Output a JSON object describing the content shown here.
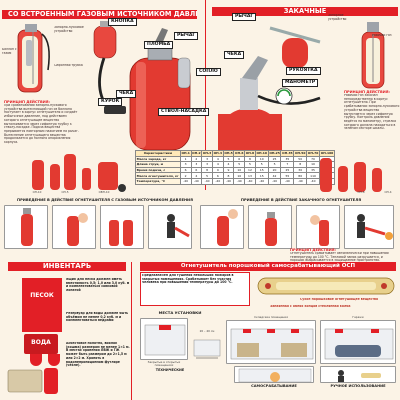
{
  "colors": {
    "accent": "#e21f26",
    "bg": "#fbf3e6",
    "ink": "#222222",
    "yellow": "#f2c14e"
  },
  "sections": {
    "built_in": "СО ВСТРОЕННЫМ ГАЗОВЫМ ИСТОЧНИКОМ ДАВЛЕНИЯ",
    "pumped": "ЗАКАЧНЫЕ",
    "inventory": "ИНВЕНТАРЬ",
    "osp": "Огнетушитель порошковый самосрабатывающий ОСП"
  },
  "labels_left": {
    "knopka": "КНОПКА",
    "ryichag": "РЫЧАГ",
    "plomba": "ПЛОМБА",
    "chek": "ЧЕКА",
    "kurok": "КУРОК",
    "stvol": "СТВОЛ-НАСАДКА"
  },
  "labels_right": {
    "ryichag": "РЫЧАГ",
    "chek": "ЧЕКА",
    "soplo": "СОПЛО",
    "rukoyatka": "РУКОЯТКА",
    "manometr": "МАНОМЕТР"
  },
  "principle_left": {
    "title": "ПРИНЦИП ДЕЙСТВИЯ:",
    "text": "При срабатывании запорно-пускового устройства вытесняющий газ из баллона поступает в корпус огнетушителя и создаёт избыточное давление, под действием которого огнетушащее вещество выталкивается через сифонную трубку к стволу-насадке. Подача вещества прерывается повторным нажатием на рычаг. Вытеснение огнетушащего вещества продолжается до полного опорожнения корпуса."
  },
  "principle_right": {
    "title": "ПРИНЦИП ДЕЙСТВИЯ:",
    "text": "Рабочий газ закачан непосредственно в корпус огнетушителя. При срабатывании запорно-пускового устройства вещество вытесняется через сифонную трубку. Контроль давления ведётся по манометру, стрелка которого должна находиться в зелёном секторе шкалы."
  },
  "small_labels": {
    "l1": "Запорно-пусковое устройство",
    "l2": "Баллон с газом",
    "l3": "Сифонная трубка",
    "l4": "Корпус",
    "l5": "Рабочий газ",
    "l6": "Запорное устройство",
    "l7": "Сифонная трубка",
    "l8": "Шланг"
  },
  "extinguisher_tags": {
    "t1": "ОП-10",
    "t2": "ОП-5",
    "t3": "ОВП-10",
    "t4": "ОП-2",
    "t5": "ОУ-5",
    "t6": "ОП-8",
    "t7": "ОП-4",
    "t8": "ОП-10"
  },
  "table": {
    "header": [
      "Характеристики",
      "ОП-1",
      "ОП-2",
      "ОП-3",
      "ОП-4",
      "ОП-5",
      "ОП-6",
      "ОП-8",
      "ОП-10",
      "ОП-25",
      "ОП-35",
      "ОП-50",
      "ОП-70",
      "ОП-100"
    ],
    "rows": [
      {
        "name": "Масса заряда, кг",
        "cells": [
          "1",
          "2",
          "3",
          "4",
          "5",
          "6",
          "8",
          "10",
          "25",
          "35",
          "50",
          "70",
          "100"
        ]
      },
      {
        "name": "Длина струи, м",
        "cells": [
          "3",
          "3",
          "3",
          "4",
          "4",
          "5",
          "5",
          "5",
          "5",
          "7",
          "8",
          "10",
          "12"
        ]
      },
      {
        "name": "Время подачи, с",
        "cells": [
          "6",
          "6",
          "8",
          "9",
          "9",
          "10",
          "12",
          "15",
          "20",
          "25",
          "30",
          "35",
          "40"
        ]
      },
      {
        "name": "Масса огнетушителя, кг",
        "cells": [
          "2",
          "4",
          "5",
          "6",
          "8",
          "10",
          "13",
          "15",
          "42",
          "55",
          "80",
          "110",
          "150"
        ]
      },
      {
        "name": "Температура, °С",
        "cells": [
          "-40",
          "-40",
          "-40",
          "-40",
          "-40",
          "-40",
          "-40",
          "-40",
          "-40",
          "-40",
          "-40",
          "-40",
          "-40"
        ]
      }
    ]
  },
  "steps_left_title": "Приведение в действие огнетушителя с газовым источником давления",
  "steps_right_title": "Приведение в действие закачного огнетушителя",
  "principle_osp": {
    "title": "ПРИНЦИП ДЕЙСТВИЯ:",
    "text": "Огнетушитель срабатывает автоматически при повышении температуры до 100 °С. Тепловой замок разрушается, и порошок выбрасывается в защищаемое пространство."
  },
  "inventory": {
    "top_text": "Ящик для песка должен иметь вместимость 0,5; 1,0 или 3,0 куб. м и комплектоваться совковой лопатой",
    "sand": "ПЕСОК",
    "water": "ВОДА",
    "tank_text": "Резервуар для воды должен быть объёмом не менее 0,2 куб. м и комплектоваться ведрами",
    "bottom_text": "Асбестовое полотно, войлок (кошма) размером не менее 1×1 м. В местах хранения ЛВЖ и ГЖ может быть размером до 2×1,5 м или 2×2 м. Хранить в водонепроницаемом футляре (чехле)."
  },
  "osp": {
    "tagline": "Предназначен для тушения небольших пожаров в закрытых помещениях. Срабатывает без участия человека при повышении температуры до 100 °С.",
    "powder": "Сухое порошковое огнетушащее вещество",
    "ring": "Запаянная с обеих концов стеклянная колба",
    "places": "МЕСТА УСТАНОВКИ",
    "c1": "Закрытые в открытых помещениях",
    "c2": "Складские помещения",
    "c3": "Гаражи",
    "auto": "САМОСРАБАТЫВАНИЕ",
    "manual": "РУЧНОЕ ИСПОЛЬЗОВАНИЕ",
    "tech": "ТЕХНИЧЕСКИЕ",
    "sizes": "20 – 40 см"
  }
}
